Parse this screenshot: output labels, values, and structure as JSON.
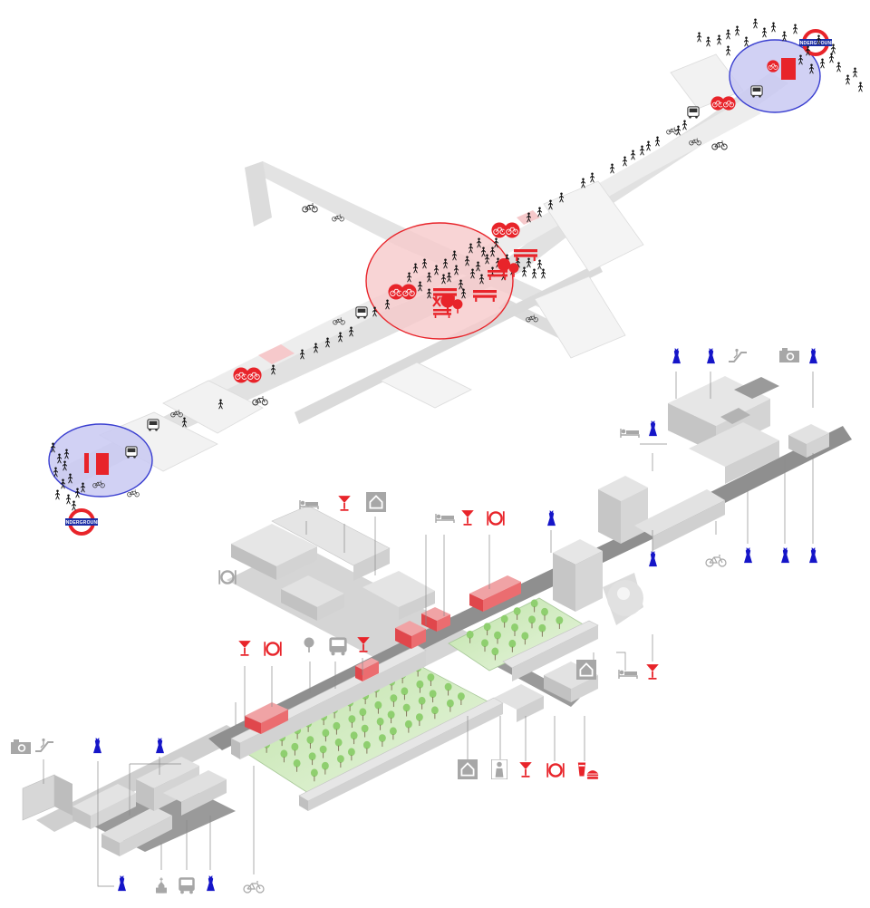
{
  "stations": [
    {
      "id": "west",
      "roundel_text": "UNDERGROUND"
    },
    {
      "id": "east",
      "roundel_text": "UNDERGROUND"
    }
  ],
  "colors": {
    "accent_red": "#e8242a",
    "catchment_blue": "#3a3fd0",
    "catchment_blue_fill": "#c9c9f2",
    "hub_pink_fill": "#f6c9cb",
    "street_grey": "#d2d2d2",
    "building_grey": "#cfcfcf",
    "park_green": "#7fc46b",
    "dress_blue": "#1515c8",
    "icon_grey": "#a7a7a7"
  },
  "icons": {
    "retail": "dress-icon",
    "bar": "cocktail-icon",
    "restaurant": "plate-cutlery-icon",
    "hotel": "bed-icon",
    "housing": "house-icon",
    "bus": "bus-icon",
    "tree": "tree-icon",
    "cycle": "bicycle-icon",
    "camera": "camera-icon",
    "escalator": "escalator-icon",
    "church": "church-icon",
    "pedestrian": "walking-person-icon"
  }
}
